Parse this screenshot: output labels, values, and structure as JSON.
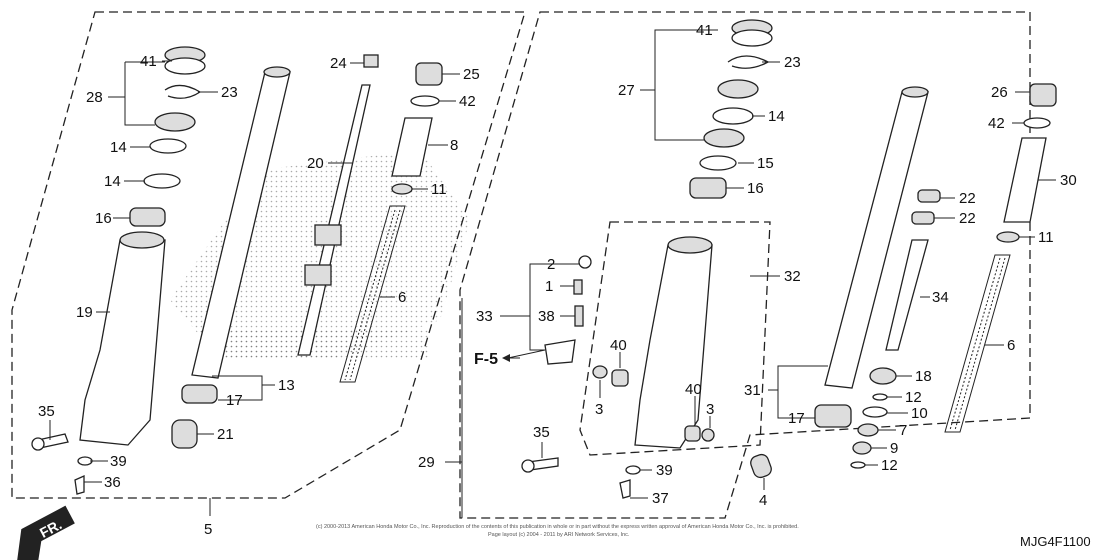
{
  "diagram": {
    "code": "MJG4F1100",
    "direction_label": "FR.",
    "reference_label": "F-5",
    "copyright_line1": "(c) 2000-2013 American Honda Motor Co., Inc. Reproduction of the contents of this publication in whole or in part without the express written approval of American Honda Motor Co., Inc. is prohibited.",
    "copyright_line2": "Page layout (c) 2004 - 2011 by ARI Network Services, Inc.",
    "callouts": {
      "c41a": "41",
      "c28": "28",
      "c23a": "23",
      "c14a": "14",
      "c14b": "14",
      "c16a": "16",
      "c19": "19",
      "c35a": "35",
      "c39a": "39",
      "c36": "36",
      "c5": "5",
      "c24": "24",
      "c25": "25",
      "c42a": "42",
      "c8": "8",
      "c20": "20",
      "c11a": "11",
      "c6a": "6",
      "c13": "13",
      "c17a": "17",
      "c21": "21",
      "c41b": "41",
      "c23b": "23",
      "c27": "27",
      "c14c": "14",
      "c15": "15",
      "c16b": "16",
      "c2": "2",
      "c1": "1",
      "c33": "33",
      "c38": "38",
      "c32": "32",
      "c40a": "40",
      "c3a": "3",
      "c40b": "40",
      "c3b": "3",
      "c35b": "35",
      "c39b": "39",
      "c37": "37",
      "c29": "29",
      "c4": "4",
      "c26": "26",
      "c42b": "42",
      "c30": "30",
      "c22a": "22",
      "c22b": "22",
      "c11b": "11",
      "c34": "34",
      "c6b": "6",
      "c18": "18",
      "c12a": "12",
      "c10": "10",
      "c7": "7",
      "c9": "9",
      "c12b": "12",
      "c31": "31",
      "c17b": "17"
    }
  }
}
